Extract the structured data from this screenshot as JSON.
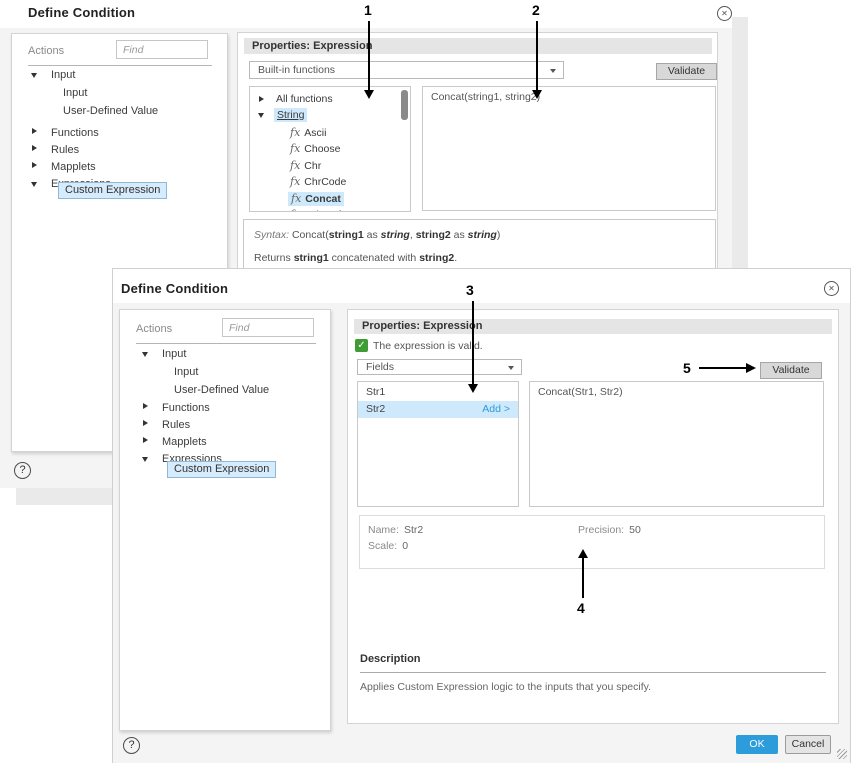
{
  "icons": {
    "close": "✕",
    "help": "?",
    "check": "✓"
  },
  "colors": {
    "accent_blue": "#2d9cdb",
    "valid_green": "#3f9c35",
    "selection_blue": "#cde9fb"
  },
  "annotations": {
    "labels": [
      "1",
      "2",
      "3",
      "4",
      "5"
    ]
  },
  "dialog1": {
    "window_title": "Define Condition",
    "sidebar": {
      "actions_label": "Actions",
      "find_placeholder": "Find",
      "items": [
        {
          "label": "Input"
        },
        {
          "label": "Input"
        },
        {
          "label": "User-Defined Value"
        },
        {
          "label": "Functions"
        },
        {
          "label": "Rules"
        },
        {
          "label": "Mapplets"
        },
        {
          "label": "Expressions"
        },
        {
          "label": "Custom Expression"
        }
      ]
    },
    "properties": {
      "header": "Properties: Expression",
      "category_selected": "Built-in functions",
      "validate_label": "Validate",
      "list": {
        "root": "All functions",
        "group": "String",
        "fx": "fx",
        "items": [
          "Ascii",
          "Choose",
          "Chr",
          "ChrCode",
          "Concat",
          "IndexOf"
        ]
      },
      "expression": "Concat(string1, string2)",
      "syntax": {
        "s1": "Syntax:",
        "s2": " Concat(",
        "s3": "string1",
        "s4": " as ",
        "s5": "string",
        "s6": ", ",
        "s7": "string2",
        "s8": " as ",
        "s9": "string",
        "s10": ")"
      },
      "returns": {
        "r1": "Returns ",
        "r2": "string1",
        "r3": " concatenated with ",
        "r4": "string2",
        "r5": "."
      }
    }
  },
  "dialog2": {
    "window_title": "Define Condition",
    "sidebar": {
      "actions_label": "Actions",
      "find_placeholder": "Find",
      "items": [
        {
          "label": "Input"
        },
        {
          "label": "Input"
        },
        {
          "label": "User-Defined Value"
        },
        {
          "label": "Functions"
        },
        {
          "label": "Rules"
        },
        {
          "label": "Mapplets"
        },
        {
          "label": "Expressions"
        },
        {
          "label": "Custom Expression"
        }
      ]
    },
    "properties": {
      "header": "Properties: Expression",
      "valid_message": "The expression is valid.",
      "category_selected": "Fields",
      "validate_label": "Validate",
      "fields": [
        {
          "name": "Str1",
          "action": ""
        },
        {
          "name": "Str2",
          "action": "Add >"
        }
      ],
      "expression": "Concat(Str1, Str2)",
      "details": {
        "name_label": "Name:",
        "name_value": "Str2",
        "precision_label": "Precision:",
        "precision_value": "50",
        "scale_label": "Scale:",
        "scale_value": "0"
      },
      "description_title": "Description",
      "description_text": "Applies Custom Expression logic to the inputs that you specify."
    },
    "footer": {
      "ok_label": "OK",
      "cancel_label": "Cancel"
    }
  }
}
